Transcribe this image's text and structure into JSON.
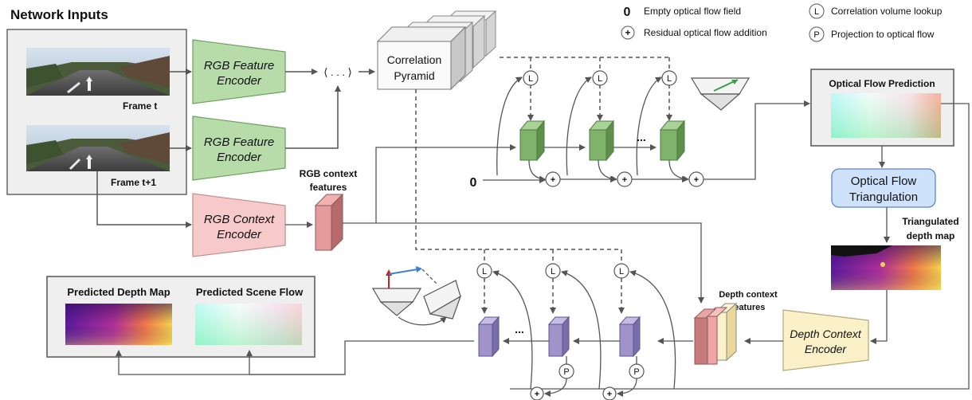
{
  "network_inputs": {
    "title": "Network Inputs",
    "frame_t_label": "Frame t",
    "frame_t1_label": "Frame t+1"
  },
  "encoders": {
    "rgb_feature_line1": "RGB Feature",
    "rgb_feature_line2": "Encoder",
    "rgb_context_line1": "RGB Context",
    "rgb_context_line2": "Encoder",
    "depth_context_line1": "Depth Context",
    "depth_context_line2": "Encoder"
  },
  "ellipsis_tuple": "⟨ . . . ⟩",
  "correlation_pyramid": {
    "line1": "Correlation",
    "line2": "Pyramid"
  },
  "legend": {
    "zero_symbol": "0",
    "zero_label": "Empty optical flow field",
    "plus_symbol": "+",
    "plus_label": "Residual optical flow addition",
    "l_symbol": "L",
    "l_label": "Correlation volume lookup",
    "p_symbol": "P",
    "p_label": "Projection to optical flow"
  },
  "optical_flow_prediction": {
    "title": "Optical Flow Prediction"
  },
  "optical_flow_triangulation": {
    "line1": "Optical Flow",
    "line2": "Triangulation"
  },
  "triangulated_depth": {
    "line1": "Triangulated",
    "line2": "depth map"
  },
  "rgb_context_features": {
    "line1": "RGB context",
    "line2": "features"
  },
  "depth_context_features": {
    "line1": "Depth context",
    "line2": "features"
  },
  "outputs": {
    "depth_map_title": "Predicted Depth Map",
    "scene_flow_title": "Predicted Scene Flow"
  },
  "zero_init": "0",
  "dots": "...",
  "symbols": {
    "lookup": "L",
    "add": "+",
    "project": "P"
  },
  "colors": {
    "rgb_encoder_fill": "#b7dcaa",
    "rgb_encoder_stroke": "#6a9f5b",
    "context_encoder_fill": "#f6caca",
    "depth_encoder_fill": "#fbf1c9",
    "triangulation_fill": "#cfe2fb",
    "triangulation_stroke": "#5b86c8",
    "gru_green": "#7fb26a",
    "gru_purple": "#9f93c9",
    "panel_fill": "#efefef"
  }
}
